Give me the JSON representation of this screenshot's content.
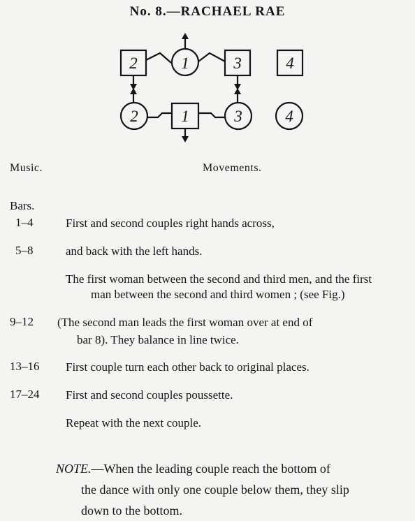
{
  "title": "No. 8.—RACHAEL RAE",
  "figure": {
    "top_row": [
      "2",
      "1",
      "3",
      "4"
    ],
    "bottom_row": [
      "2",
      "1",
      "3",
      "4"
    ]
  },
  "headers": {
    "music": "Music.",
    "movements": "Movements."
  },
  "bars_label": "Bars.",
  "rows": [
    {
      "bars": "1–4",
      "text": "First and second couples right hands across,"
    },
    {
      "bars": "5–8",
      "text": "and back with the left hands."
    },
    {
      "bars": "",
      "text_line1": "The first woman between the second and third men, and the first",
      "text_line2": "man between the second and third women ; (see Fig.)"
    },
    {
      "bars": "9–12",
      "text_line1": "(The second man leads the first woman over at end of",
      "text_line2": "bar 8). They balance in line twice."
    },
    {
      "bars": "13–16",
      "text": "First couple turn each other back to original places."
    },
    {
      "bars": "17–24",
      "text": "First and second couples poussette."
    },
    {
      "bars": "",
      "text": "Repeat with the next couple."
    }
  ],
  "note": {
    "lead": "NOTE.",
    "line1": "—When the leading couple reach the bottom of",
    "line2": "the dance with only one couple below them, they slip",
    "line3": "down to the bottom."
  }
}
